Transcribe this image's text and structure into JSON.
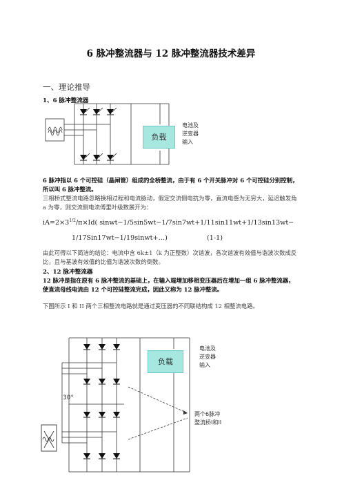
{
  "title": "6 脉冲整流器与 12 脉冲整流器技术差异",
  "section1": "一、理论推导",
  "sub1": "1、6 脉冲整流器",
  "fig1": {
    "load": "负载",
    "side_label": [
      "电池及",
      "逆变器",
      "输入"
    ]
  },
  "p1": "6 脉冲指以 6 个可控硅（晶闸管）组成的全桥整流，由于有 6 个开关脉冲对 6 个可控硅分别控制，所以叫 6 脉冲整流。",
  "p2": "三相桥式整流电路忽略换相过程和电流脉动，假定交流侧电抗为零，直流电感为无穷大，延迟触发角 a 为零，则交流侧电流傅里叶级数展开为：",
  "formula_line1_a": "iA=2×3",
  "formula_sup": "1/2",
  "formula_line1_b": "/π×Id( sinwt−1/5sin5wt−1/7sin7wt+1/11sin11wt+1/13sin13wt−",
  "formula_line2": "1/17Sin17wt−1/19sinwt+…)",
  "formula_no": "(1-1)",
  "p3": "由此可得以下简洁的结论：电流中含 6k±1（k 为正整数）次谐波，各次谐波有效值与谐波次数成反比，且与基波有效值的比值为谐波次数的倒数。",
  "sub2": "2、12 脉冲整流器",
  "p4": "12 脉冲是指在原有 6 脉冲整流的基础上，在输入端增加移相变压器后在增加一组 6 脉冲整流器，使直流母线电流由 12 个可控硅整流完成，因此又称为 12 脉冲整流。",
  "p5": "下图所示 I 和 II 两个三相整流电路就是通过变压器的不同联结构成 12 相整流电路。",
  "fig2": {
    "load": "负载",
    "side_label": [
      "电池及",
      "逆变器",
      "输入"
    ],
    "angle": "30°",
    "bridge_label": [
      "两个6脉冲",
      "整流桥I和II"
    ]
  }
}
